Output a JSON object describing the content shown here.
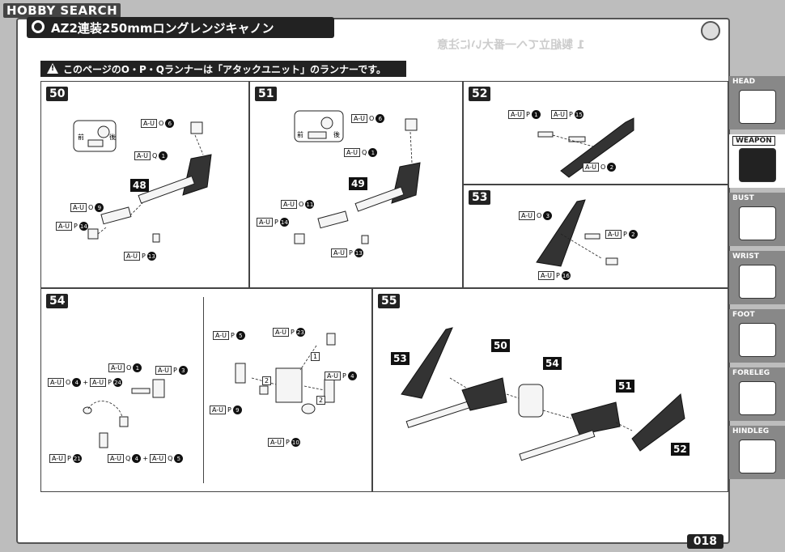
{
  "header": {
    "logo": "HOBBY SEARCH",
    "title": "AZ2連装250mmロングレンジキャノン",
    "mirrored_text": "1 製組立てへ一番大いに注意",
    "warning": "このページのO・P・Qランナーは「アタックユニット」のランナーです。"
  },
  "steps": {
    "s50": {
      "num": "50",
      "sub": "48",
      "labels": [
        {
          "code": "A-U",
          "runner": "O",
          "part": "6"
        },
        {
          "code": "A-U",
          "runner": "Q",
          "part": "1"
        },
        {
          "code": "A-U",
          "runner": "O",
          "part": "9"
        },
        {
          "code": "A-U",
          "runner": "P",
          "part": "14"
        },
        {
          "code": "A-U",
          "runner": "P",
          "part": "13"
        }
      ],
      "front": "前",
      "back": "後"
    },
    "s51": {
      "num": "51",
      "sub": "49",
      "labels": [
        {
          "code": "A-U",
          "runner": "O",
          "part": "6"
        },
        {
          "code": "A-U",
          "runner": "Q",
          "part": "1"
        },
        {
          "code": "A-U",
          "runner": "O",
          "part": "11"
        },
        {
          "code": "A-U",
          "runner": "P",
          "part": "14"
        },
        {
          "code": "A-U",
          "runner": "P",
          "part": "13"
        }
      ],
      "front": "前",
      "back": "後"
    },
    "s52": {
      "num": "52",
      "labels": [
        {
          "code": "A-U",
          "runner": "P",
          "part": "1"
        },
        {
          "code": "A-U",
          "runner": "P",
          "part": "15"
        },
        {
          "code": "A-U",
          "runner": "O",
          "part": "2"
        }
      ]
    },
    "s53": {
      "num": "53",
      "labels": [
        {
          "code": "A-U",
          "runner": "O",
          "part": "3"
        },
        {
          "code": "A-U",
          "runner": "P",
          "part": "2"
        },
        {
          "code": "A-U",
          "runner": "P",
          "part": "16"
        }
      ]
    },
    "s54": {
      "num": "54",
      "labels": [
        {
          "code": "A-U",
          "runner": "O",
          "part": "1"
        },
        {
          "code": "A-U",
          "runner": "P",
          "part": "3"
        },
        {
          "code": "A-U",
          "runner": "O",
          "part": "4",
          "plus": "+",
          "code2": "A-U",
          "runner2": "P",
          "part2": "24"
        },
        {
          "code": "A-U",
          "runner": "P",
          "part": "21"
        },
        {
          "code": "A-U",
          "runner": "Q",
          "part": "4",
          "plus": "+",
          "code2": "A-U",
          "runner2": "Q",
          "part2": "5"
        },
        {
          "code": "A-U",
          "runner": "P",
          "part": "23"
        },
        {
          "code": "A-U",
          "runner": "P",
          "part": "5"
        },
        {
          "code": "A-U",
          "runner": "P",
          "part": "4"
        },
        {
          "code": "A-U",
          "runner": "P",
          "part": "9"
        },
        {
          "code": "A-U",
          "runner": "P",
          "part": "10"
        }
      ],
      "markers": [
        "1",
        "2",
        "2"
      ]
    },
    "s55": {
      "num": "55",
      "subs": [
        "53",
        "50",
        "54",
        "51",
        "52"
      ]
    }
  },
  "sidebar": {
    "tabs": [
      {
        "label": "HEAD",
        "active": false
      },
      {
        "label": "WEAPON",
        "active": true
      },
      {
        "label": "BUST",
        "active": false
      },
      {
        "label": "WRIST",
        "active": false
      },
      {
        "label": "FOOT",
        "active": false
      },
      {
        "label": "FORELEG",
        "active": false
      },
      {
        "label": "HINDLEG",
        "active": false
      }
    ]
  },
  "page_number": "018"
}
